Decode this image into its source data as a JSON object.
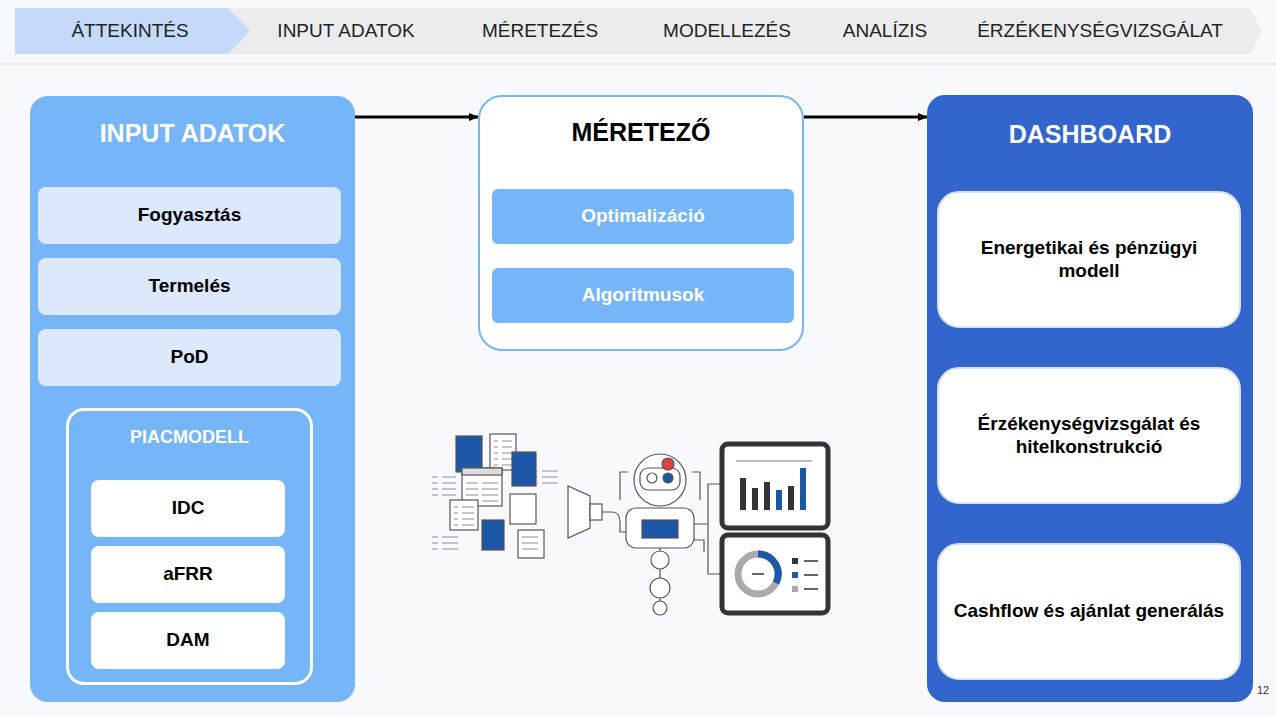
{
  "diagram": {
    "nodes": [
      {
        "text": [
          "ÁTTEKINTÉS"
        ]
      },
      {
        "text": [
          "INPUT ADATOK"
        ]
      },
      {
        "text": [
          "Fogyasztás"
        ],
        "in": 1
      },
      {
        "text": [
          "Termelés"
        ],
        "in": 1
      },
      {
        "text": [
          "PoD"
        ],
        "in": 1
      },
      {
        "text": [
          "PIACMODELL"
        ],
        "in": 1
      },
      {
        "text": [
          "IDC"
        ],
        "in": 5
      },
      {
        "text": [
          "aFRR"
        ],
        "in": 5
      },
      {
        "text": [
          "DAM"
        ],
        "in": 5
      },
      {
        "text": [
          "MÉRETEZŐ"
        ]
      },
      {
        "text": [
          "Optimalizáció"
        ],
        "in": 9
      },
      {
        "text": [
          "Algoritmusok"
        ],
        "in": 9
      },
      {
        "text": [
          "DASHBOARD"
        ]
      },
      {
        "text": [
          "Energetikai és pénzügyi modell"
        ],
        "in": 12
      },
      {
        "text": [
          "Érzékenységvizsgálat és hitelkonstrukció"
        ],
        "in": 12
      },
      {
        "text": [
          "Cashflow és ajánlat generálás"
        ],
        "in": 12
      }
    ],
    "edges": [
      {
        "from": 1,
        "to": 9,
        "arrow": "to"
      },
      {
        "from": 9,
        "to": 12,
        "arrow": "to"
      }
    ],
    "labels": [
      "INPUT ADATOK",
      "MÉRETEZÉS",
      "MODELLEZÉS",
      "ANALÍZIS",
      "ÉRZÉKENYSÉGVIZSGÁLAT",
      "12"
    ]
  }
}
